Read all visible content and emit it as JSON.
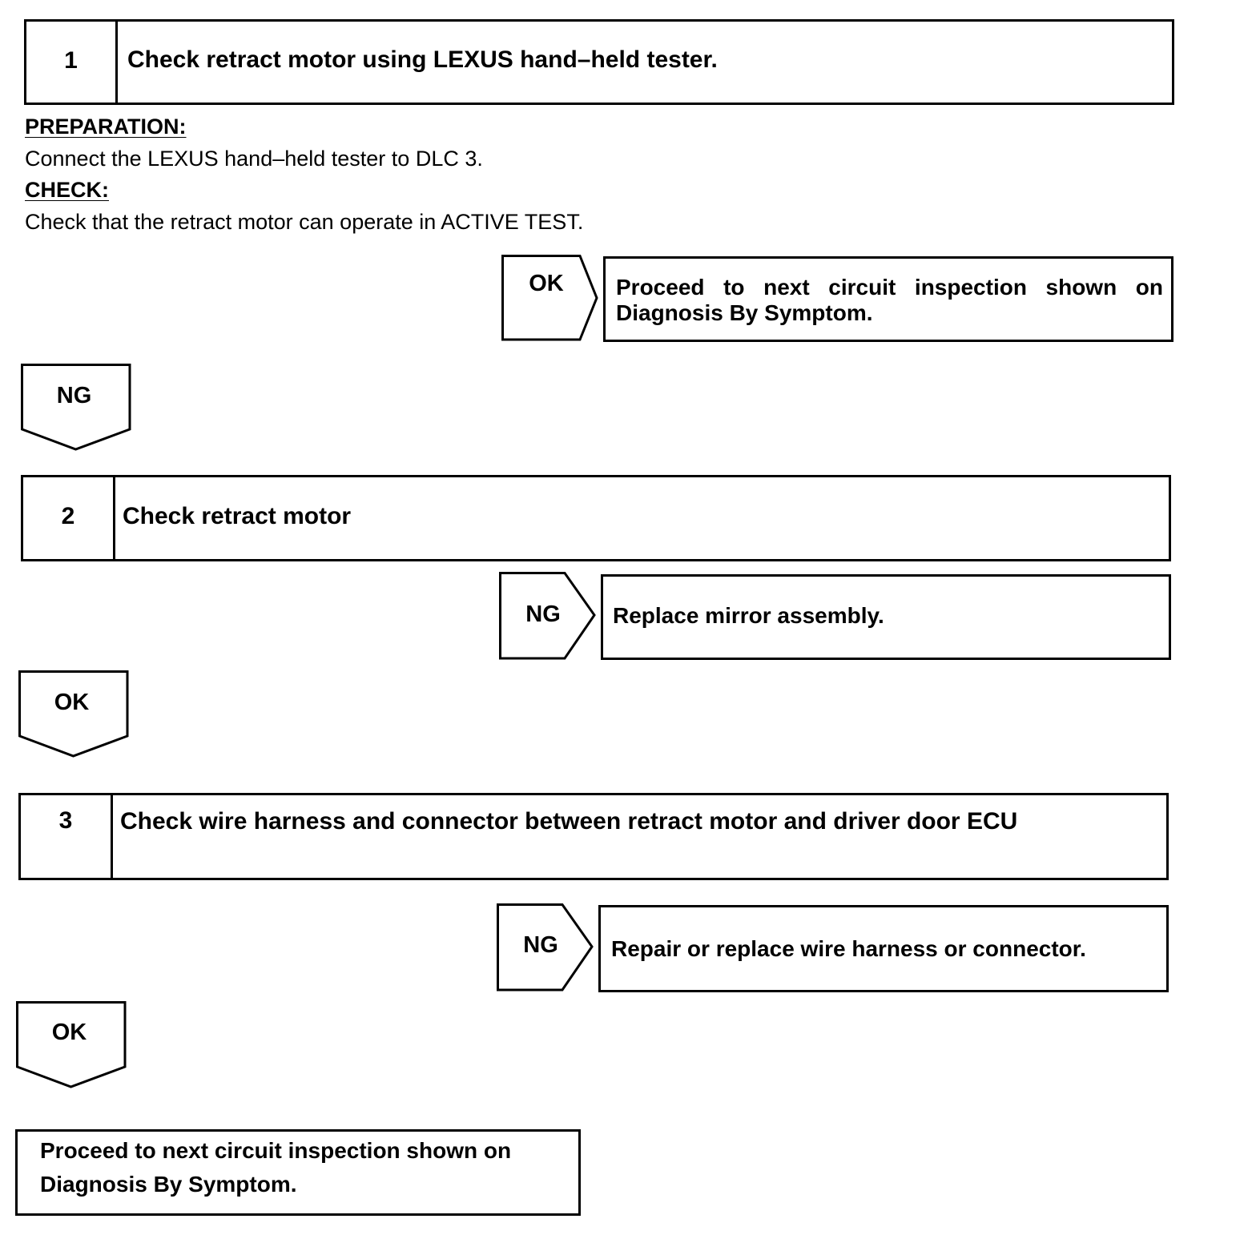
{
  "step1": {
    "number": "1",
    "title": "Check retract motor using LEXUS hand–held tester.",
    "preparation_label": "PREPARATION:",
    "preparation_text": "Connect the LEXUS hand–held tester to DLC 3.",
    "check_label": "CHECK:",
    "check_text": "Check that the retract motor can operate in ACTIVE TEST.",
    "ok_label": "OK",
    "ok_result": "Proceed to next circuit inspection shown on Diagnosis By Symptom.",
    "ng_label": "NG"
  },
  "step2": {
    "number": "2",
    "title": "Check retract motor",
    "ng_label": "NG",
    "ng_result": "Replace mirror assembly.",
    "ok_label": "OK"
  },
  "step3": {
    "number": "3",
    "title": "Check wire harness and connector between retract motor and driver door ECU",
    "ng_label": "NG",
    "ng_result": "Repair or replace wire harness or connector.",
    "ok_label": "OK"
  },
  "final": {
    "line1": "Proceed to next circuit inspection shown on",
    "line2": "Diagnosis By Symptom."
  }
}
